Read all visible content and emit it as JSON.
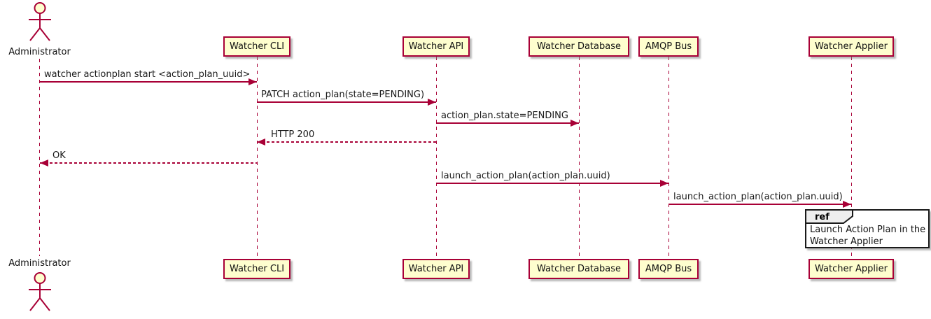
{
  "diagram": {
    "type": "sequence-diagram",
    "colors": {
      "participant_fill": "#FEFECE",
      "line_and_border": "#A80036",
      "text": "#111111",
      "ref_header_fill": "#EEEEEE",
      "ref_border": "#1A1A1A",
      "background": "#FFFFFF"
    },
    "actor": {
      "name": "Administrator"
    },
    "participants": [
      {
        "name": "Watcher CLI"
      },
      {
        "name": "Watcher API"
      },
      {
        "name": "Watcher Database"
      },
      {
        "name": "AMQP Bus"
      },
      {
        "name": "Watcher Applier"
      }
    ],
    "messages": [
      {
        "text": "watcher actionplan start <action_plan_uuid>",
        "from": "Administrator",
        "to": "Watcher CLI",
        "line": "solid",
        "direction": "right"
      },
      {
        "text": "PATCH action_plan(state=PENDING)",
        "from": "Watcher CLI",
        "to": "Watcher API",
        "line": "solid",
        "direction": "right"
      },
      {
        "text": "action_plan.state=PENDING",
        "from": "Watcher API",
        "to": "Watcher Database",
        "line": "solid",
        "direction": "right"
      },
      {
        "text": "HTTP 200",
        "from": "Watcher API",
        "to": "Watcher CLI",
        "line": "dashed",
        "direction": "left"
      },
      {
        "text": "OK",
        "from": "Watcher CLI",
        "to": "Administrator",
        "line": "dashed",
        "direction": "left"
      },
      {
        "text": "launch_action_plan(action_plan.uuid)",
        "from": "Watcher API",
        "to": "AMQP Bus",
        "line": "solid",
        "direction": "right"
      },
      {
        "text": "launch_action_plan(action_plan.uuid)",
        "from": "AMQP Bus",
        "to": "Watcher Applier",
        "line": "solid",
        "direction": "right"
      }
    ],
    "ref": {
      "keyword": "ref",
      "lines": [
        "Launch Action Plan in the",
        "Watcher Applier"
      ]
    }
  }
}
